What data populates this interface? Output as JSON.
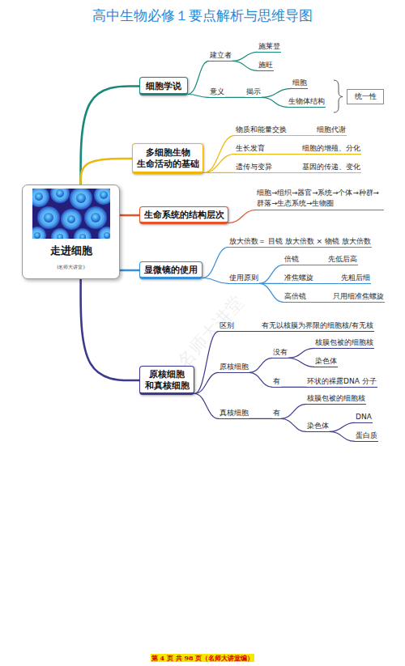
{
  "diagram": {
    "title": "高中生物必修１要点解析与思维导图",
    "caption": "第 4 页 共 98 页（名师大讲堂编）",
    "nodes": [
      {
        "text": [
          "走进细胞",
          "(名师大讲堂)"
        ]
      },
      {
        "text": [
          "细胞学说"
        ]
      },
      {
        "text": [
          "建立者"
        ]
      },
      {
        "text": [
          "施莱登"
        ]
      },
      {
        "text": [
          "施旺"
        ]
      },
      {
        "text": [
          "意义"
        ]
      },
      {
        "text": [
          "揭示"
        ]
      },
      {
        "text": [
          "细胞"
        ]
      },
      {
        "text": [
          "生物体结构"
        ]
      },
      {
        "text": [
          "统一性"
        ]
      },
      {
        "text": [
          "多细胞生物 生命活动的基础"
        ]
      },
      {
        "text": [
          "物质和能量交换",
          "细胞代谢"
        ]
      },
      {
        "text": [
          "生长发育",
          "细胞的增殖、分化"
        ]
      },
      {
        "text": [
          "遗传与变异",
          "基因的传递、变化"
        ]
      },
      {
        "text": [
          "生命系统的结构层次"
        ]
      },
      {
        "text": [
          "细胞→组织→器官→系统→个体→种群→群落→生态系统→生物圈"
        ]
      },
      {
        "text": [
          "显微镜的使用"
        ]
      },
      {
        "text": [
          "放大倍数＝ 目镜 放大倍数 × 物镜 放大倍数"
        ]
      },
      {
        "text": [
          "使用原则"
        ]
      },
      {
        "text": [
          "倍镜",
          "先低后高"
        ]
      },
      {
        "text": [
          "准焦螺旋",
          "先粗后细"
        ]
      },
      {
        "text": [
          "高倍镜",
          "只用细准焦螺旋"
        ]
      },
      {
        "text": [
          "原核细胞 和真核细胞"
        ]
      },
      {
        "text": [
          "区别",
          "有无以核膜为界限的细胞核/有无核"
        ]
      },
      {
        "text": [
          "原核细胞"
        ]
      },
      {
        "text": [
          "没有"
        ]
      },
      {
        "text": [
          "核膜包被的细胞核"
        ]
      },
      {
        "text": [
          "染色体"
        ]
      },
      {
        "text": [
          "有"
        ]
      },
      {
        "text": [
          "环状的裸露DNA 分子"
        ]
      },
      {
        "text": [
          "真核细胞"
        ]
      },
      {
        "text": [
          "有"
        ]
      },
      {
        "text": [
          "核膜包被的细胞核"
        ]
      },
      {
        "text": [
          "染色体"
        ]
      },
      {
        "text": [
          "DNA"
        ]
      },
      {
        "text": [
          "蛋白质"
        ]
      }
    ],
    "edges": [
      {
        "from": 0,
        "to": 1,
        "arrow": "none"
      },
      {
        "from": 0,
        "to": 10,
        "arrow": "none"
      },
      {
        "from": 0,
        "to": 14,
        "arrow": "none"
      },
      {
        "from": 0,
        "to": 16,
        "arrow": "none"
      },
      {
        "from": 0,
        "to": 22,
        "arrow": "none"
      },
      {
        "from": 1,
        "to": 2,
        "arrow": "none"
      },
      {
        "from": 2,
        "to": 3,
        "arrow": "none"
      },
      {
        "from": 2,
        "to": 4,
        "arrow": "none"
      },
      {
        "from": 1,
        "to": 5,
        "arrow": "none"
      },
      {
        "from": 5,
        "to": 6,
        "arrow": "none"
      },
      {
        "from": 6,
        "to": 7,
        "arrow": "none"
      },
      {
        "from": 6,
        "to": 8,
        "arrow": "none"
      },
      {
        "from": 10,
        "to": 11,
        "arrow": "none"
      },
      {
        "from": 10,
        "to": 12,
        "arrow": "none"
      },
      {
        "from": 10,
        "to": 13,
        "arrow": "none"
      },
      {
        "from": 14,
        "to": 15,
        "arrow": "none"
      },
      {
        "from": 16,
        "to": 17,
        "arrow": "none"
      },
      {
        "from": 16,
        "to": 18,
        "arrow": "none"
      },
      {
        "from": 18,
        "to": 19,
        "arrow": "none"
      },
      {
        "from": 18,
        "to": 20,
        "arrow": "none"
      },
      {
        "from": 18,
        "to": 21,
        "arrow": "none"
      },
      {
        "from": 22,
        "to": 23,
        "arrow": "none"
      },
      {
        "from": 22,
        "to": 24,
        "arrow": "none"
      },
      {
        "from": 24,
        "to": 25,
        "arrow": "none"
      },
      {
        "from": 25,
        "to": 26,
        "arrow": "none"
      },
      {
        "from": 25,
        "to": 27,
        "arrow": "none"
      },
      {
        "from": 24,
        "to": 28,
        "arrow": "none"
      },
      {
        "from": 28,
        "to": 29,
        "arrow": "none"
      },
      {
        "from": 22,
        "to": 30,
        "arrow": "none"
      },
      {
        "from": 30,
        "to": 31,
        "arrow": "none"
      },
      {
        "from": 31,
        "to": 32,
        "arrow": "none"
      },
      {
        "from": 31,
        "to": 33,
        "arrow": "none"
      },
      {
        "from": 33,
        "to": 34,
        "arrow": "none"
      },
      {
        "from": 33,
        "to": 35,
        "arrow": "none"
      }
    ],
    "labels": [
      "名师大讲堂"
    ]
  }
}
